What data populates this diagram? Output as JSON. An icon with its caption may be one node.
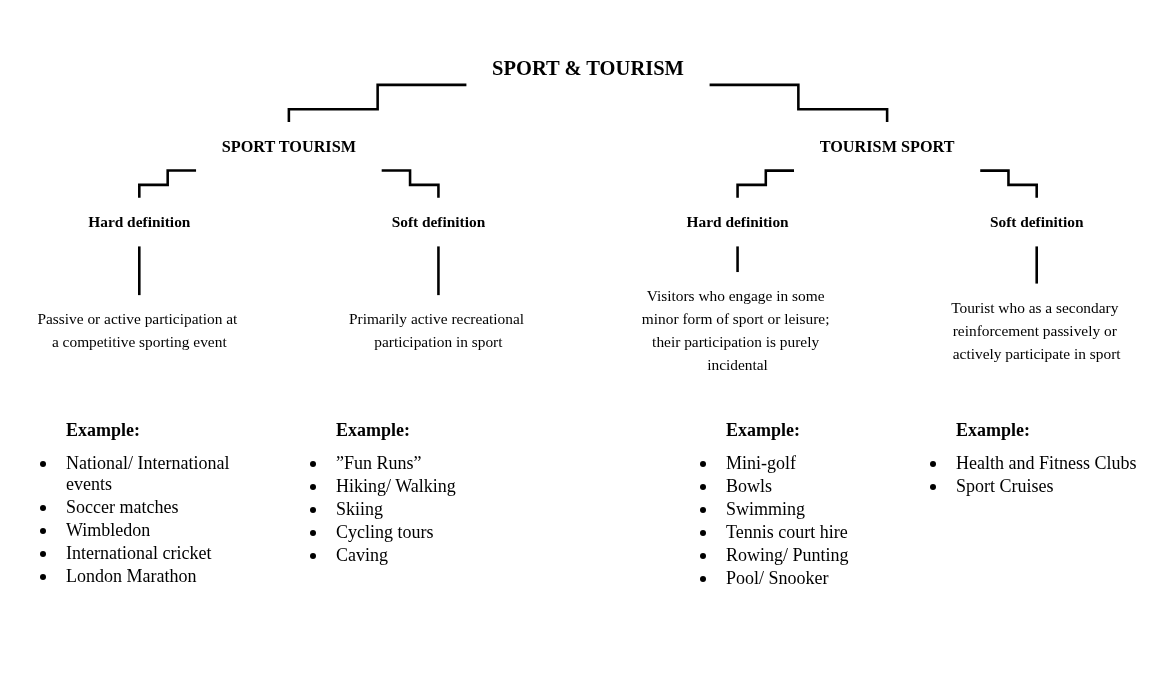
{
  "diagram": {
    "nodes": [
      {
        "text": [
          "SPORT & TOURISM"
        ]
      },
      {
        "text": [
          "SPORT TOURISM"
        ]
      },
      {
        "text": [
          "TOURISM SPORT"
        ]
      },
      {
        "text": [
          "Hard definition"
        ]
      },
      {
        "text": [
          "Soft definition"
        ]
      },
      {
        "text": [
          "Hard definition"
        ]
      },
      {
        "text": [
          "Soft definition"
        ]
      },
      {
        "text": [
          "Passive or active participation at a competitive sporting event"
        ]
      },
      {
        "text": [
          "Primarily active recreational participation in sport"
        ]
      },
      {
        "text": [
          "Visitors who engage in some minor form of sport or leisure; their participation is purely incidental"
        ]
      },
      {
        "text": [
          "Tourist who as a secondary reinforcement passively or actively participate in sport"
        ]
      }
    ],
    "edges": [
      {
        "from": 0,
        "to": 1,
        "arrow": "none"
      },
      {
        "from": 0,
        "to": 2,
        "arrow": "none"
      },
      {
        "from": 1,
        "to": 3,
        "arrow": "none"
      },
      {
        "from": 1,
        "to": 4,
        "arrow": "none"
      },
      {
        "from": 2,
        "to": 5,
        "arrow": "none"
      },
      {
        "from": 2,
        "to": 6,
        "arrow": "none"
      },
      {
        "from": 3,
        "to": 7,
        "arrow": "none"
      },
      {
        "from": 4,
        "to": 8,
        "arrow": "none"
      },
      {
        "from": 5,
        "to": 9,
        "arrow": "none"
      },
      {
        "from": 6,
        "to": 10,
        "arrow": "none"
      }
    ],
    "labels": [
      "Example:",
      "National/ International events",
      "Soccer matches",
      "Wimbledon",
      "International cricket",
      "London Marathon",
      "Example:",
      "”Fun Runs”",
      "Hiking/ Walking",
      "Skiing",
      "Cycling tours",
      "Caving",
      "Example:",
      "Mini-golf",
      "Bowls",
      "Swimming",
      "Tennis court hire",
      "Rowing/ Punting",
      "Pool/ Snooker",
      "Example:",
      "Health and Fitness Clubs",
      "Sport Cruises"
    ]
  }
}
